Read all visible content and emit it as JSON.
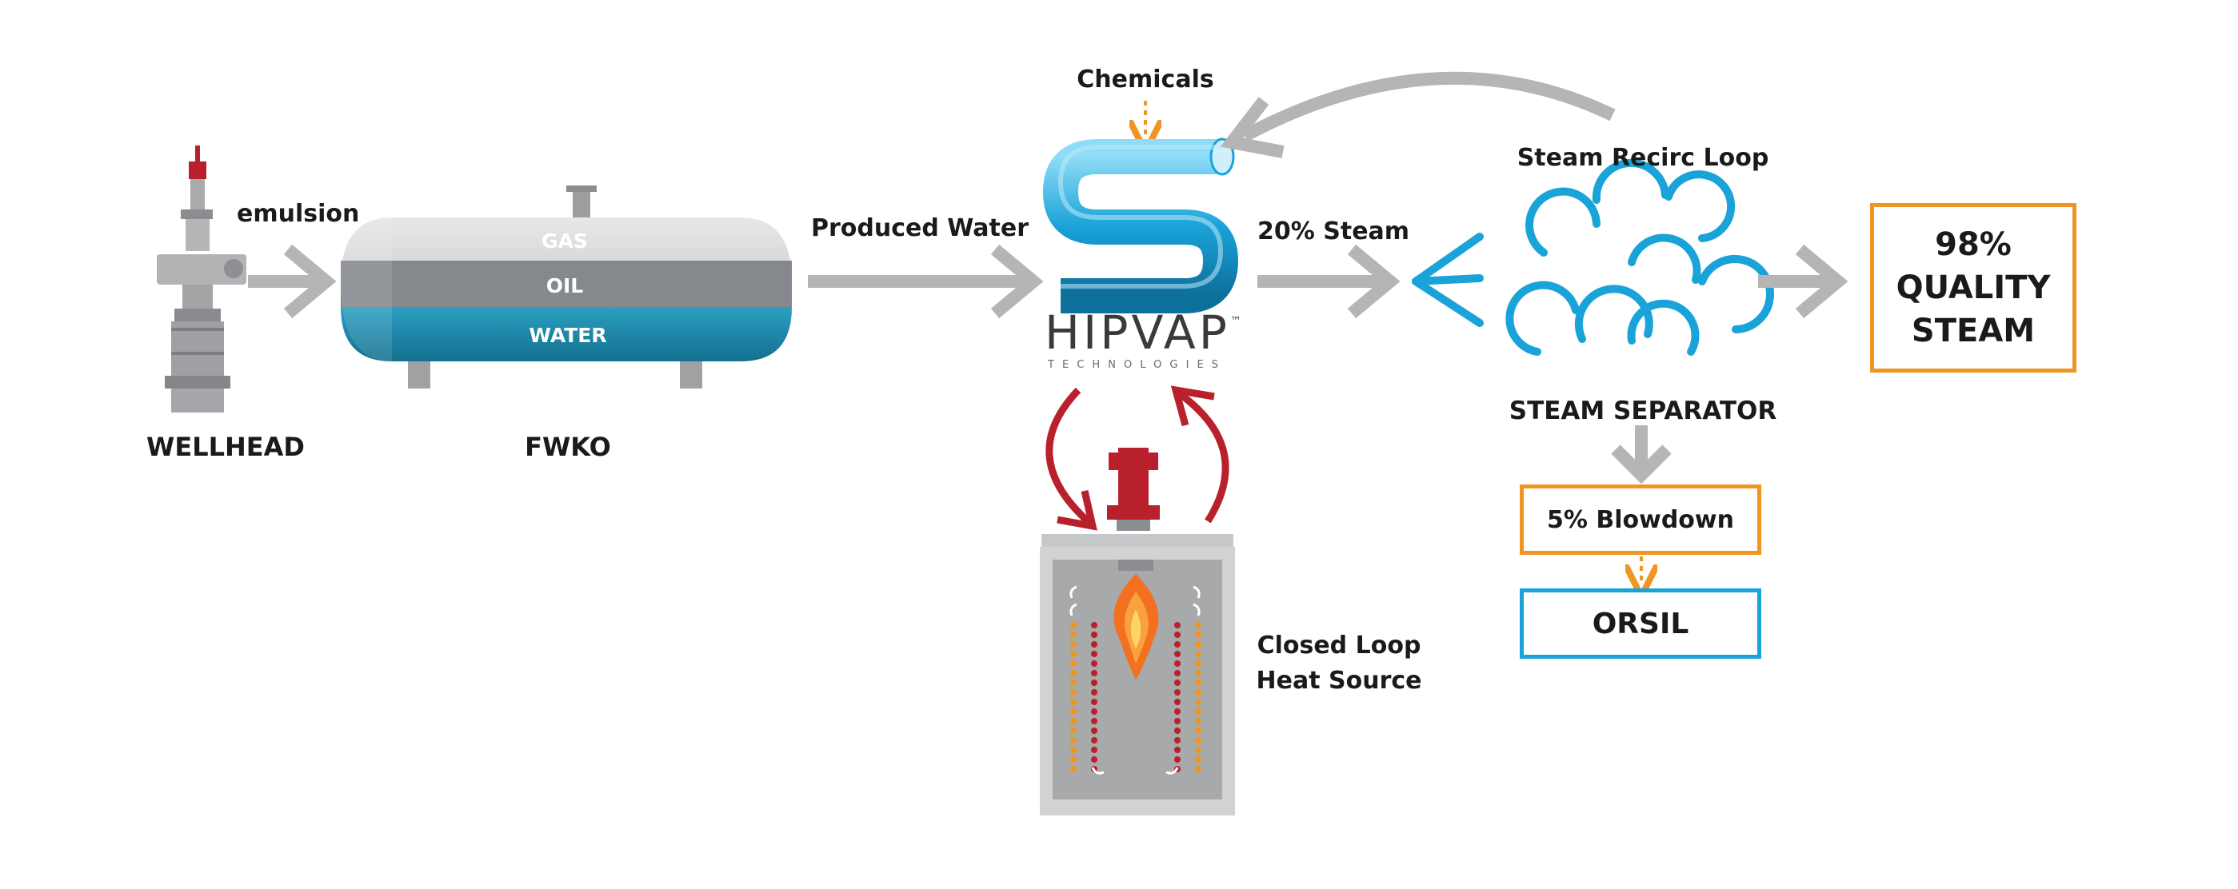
{
  "labels": {
    "wellhead": "WELLHEAD",
    "emulsion": "emulsion",
    "fwko": "FWKO",
    "tank_gas": "GAS",
    "tank_oil": "OIL",
    "tank_water": "WATER",
    "produced_water": "Produced Water",
    "chemicals": "Chemicals",
    "hipvap_brand": "HIPVAP",
    "hipvap_trademark": "™",
    "hipvap_sub": "TECHNOLOGIES",
    "steam_20": "20% Steam",
    "steam_recirc": "Steam Recirc Loop",
    "steam_separator": "STEAM SEPARATOR",
    "closed_loop_line1": "Closed Loop",
    "closed_loop_line2": "Heat Source",
    "quality_line1": "98%",
    "quality_line2": "QUALITY",
    "quality_line3": "STEAM",
    "blowdown": "5% Blowdown",
    "orsil": "ORSIL"
  },
  "colors": {
    "arrow_gray": "#b5b5b7",
    "accent_blue": "#1aa3d8",
    "accent_orange": "#f09523",
    "heat_red": "#b8202c",
    "flame_orange": "#f37021",
    "tank_water": "#1b8db0",
    "tank_oil": "#8a8d91",
    "tank_gas": "#c9cacc"
  },
  "icons": [
    "wellhead-icon",
    "fwko-tank-icon",
    "hipvap-coil-icon",
    "heater-icon",
    "flame-icon",
    "steam-separator-icon"
  ]
}
